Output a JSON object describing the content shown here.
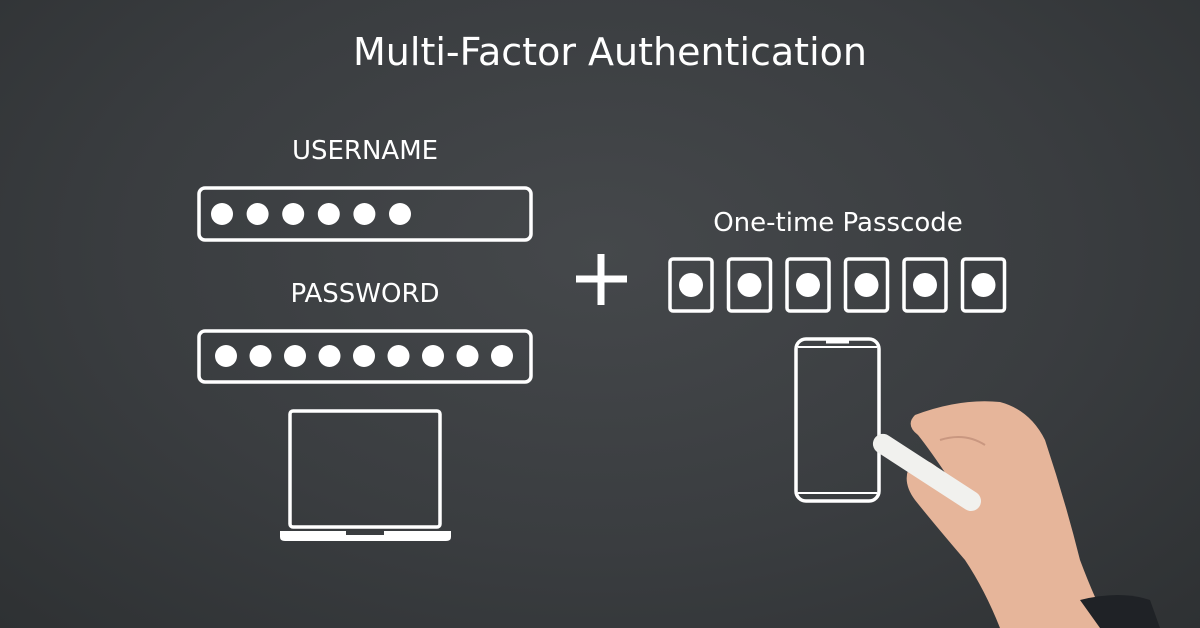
{
  "title": "Multi-Factor Authentication",
  "username": {
    "label": "USERNAME",
    "masked_chars": 6
  },
  "password": {
    "label": "PASSWORD",
    "masked_chars": 9
  },
  "plus_icon": "plus-icon",
  "otp": {
    "label": "One-time Passcode",
    "digits": 6
  },
  "colors": {
    "board": "#3a3d40",
    "chalk": "#ffffff",
    "skin": "#e8b89a"
  }
}
